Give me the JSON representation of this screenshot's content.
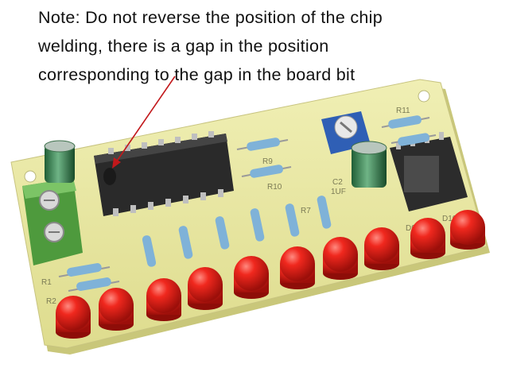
{
  "note": {
    "lines": [
      "Note: Do not reverse the position of the chip",
      "welding, there is a gap in the position",
      "corresponding to the gap in the board bit"
    ]
  },
  "board": {
    "silkscreen": {
      "r1": "R1",
      "r2": "R2",
      "r9": "R9",
      "r10": "R10",
      "r11": "R11",
      "c2": "C2",
      "cap_value": "1UF",
      "r7": "R7",
      "d9": "D9",
      "d10": "D10"
    }
  },
  "colors": {
    "board": "#e9e8a0",
    "led": "#e0201a",
    "chip": "#2a2a2a",
    "terminal": "#5fb04a",
    "arrow": "#c2181b"
  }
}
